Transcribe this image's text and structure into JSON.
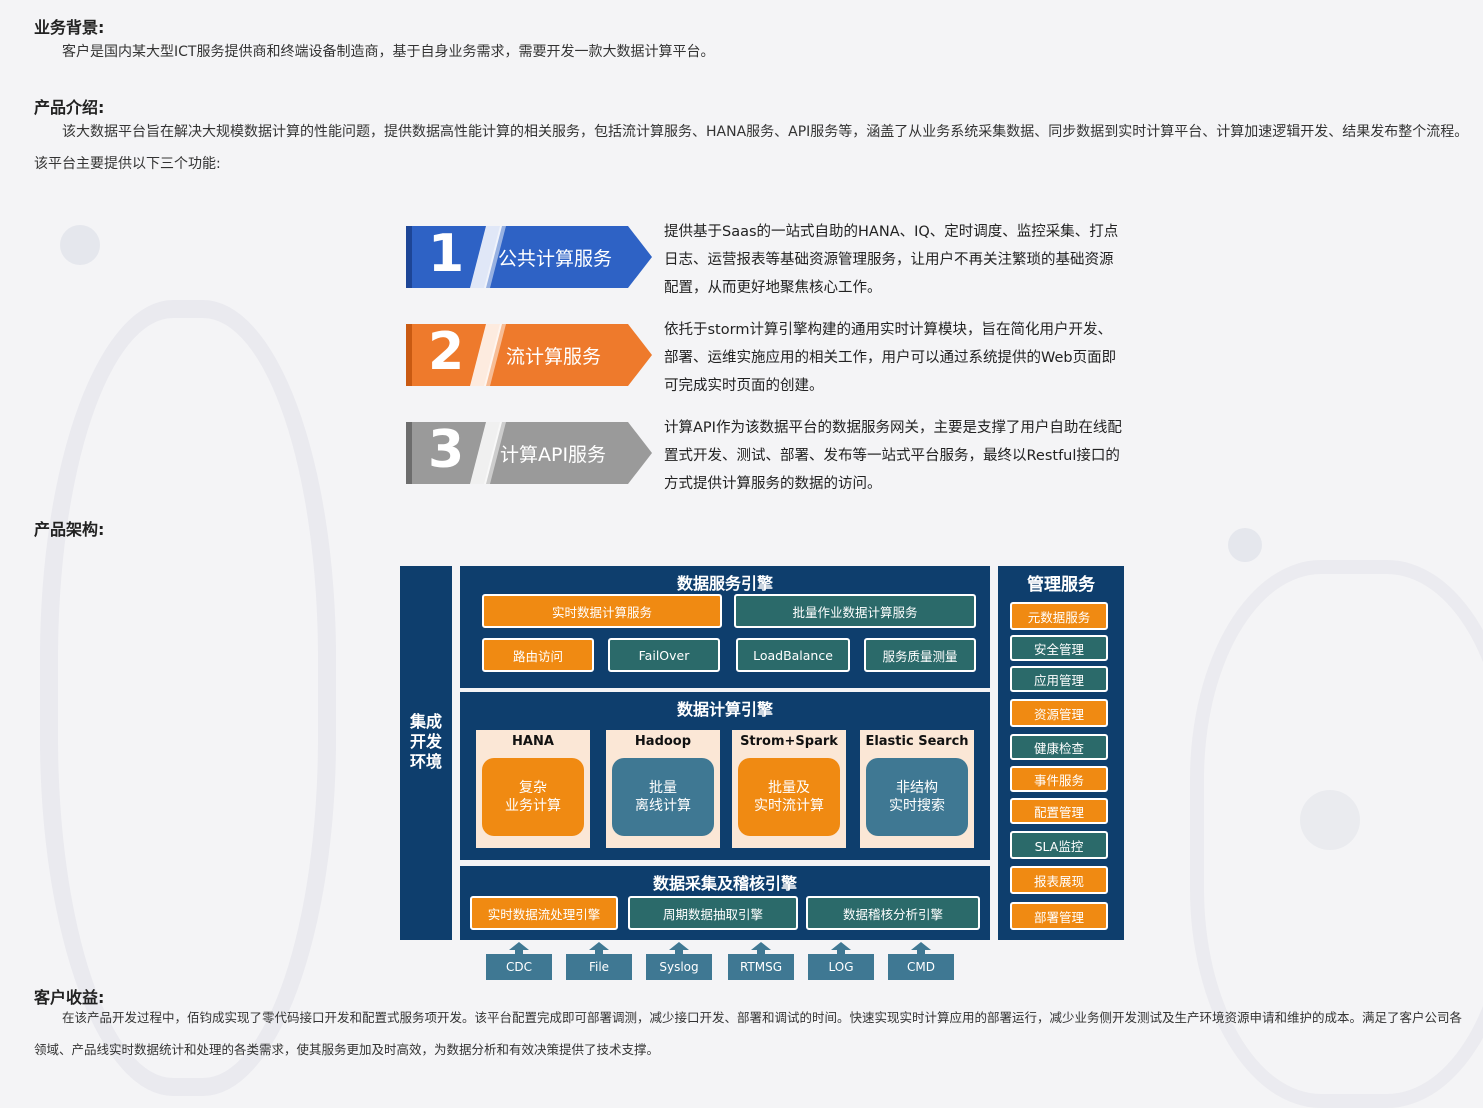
{
  "background": {
    "business_heading": "业务背景:",
    "business_text": "客户是国内某大型ICT服务提供商和终端设备制造商，基于自身业务需求，需要开发一款大数据计算平台。"
  },
  "intro": {
    "heading": "产品介绍:",
    "text": "该大数据平台旨在解决大规模数据计算的性能问题，提供数据高性能计算的相关服务，包括流计算服务、HANA服务、API服务等，涵盖了从业务系统采集数据、同步数据到实时计算平台、计算加速逻辑开发、结果发布整个流程。该平台主要提供以下三个功能:"
  },
  "features": [
    {
      "number": "1",
      "label": "公共计算服务",
      "color": "#2e62c5",
      "description": "提供基于Saas的一站式自助的HANA、IQ、定时调度、监控采集、打点日志、运营报表等基础资源管理服务，让用户不再关注繁琐的基础资源配置，从而更好地聚焦核心工作。"
    },
    {
      "number": "2",
      "label": "流计算服务",
      "color": "#ee7a2c",
      "description": "依托于storm计算引擎构建的通用实时计算模块，旨在简化用户开发、部署、运维实施应用的相关工作，用户可以通过系统提供的Web页面即可完成实时页面的创建。"
    },
    {
      "number": "3",
      "label": "计算API服务",
      "color": "#9a9a9a",
      "description": "计算API作为该数据平台的数据服务网关，主要是支撑了用户自助在线配置式开发、测试、部署、发布等一站式平台服务，最终以Restful接口的方式提供计算服务的数据的访问。"
    }
  ],
  "arch": {
    "heading": "产品架构:",
    "side_panel": "集成\n开发\n环境",
    "service_engine": {
      "title": "数据服务引擎",
      "row1": [
        "实时数据计算服务",
        "批量作业数据计算服务"
      ],
      "row2": [
        "路由访问",
        "FailOver",
        "LoadBalance",
        "服务质量测量"
      ]
    },
    "compute_engine": {
      "title": "数据计算引擎",
      "engines": [
        {
          "name": "HANA",
          "box": "复杂\n业务计算"
        },
        {
          "name": "Hadoop",
          "box": "批量\n离线计算"
        },
        {
          "name": "Strom+Spark",
          "box": "批量及\n实时流计算"
        },
        {
          "name": "Elastic Search",
          "box": "非结构\n实时搜索"
        }
      ]
    },
    "collect_engine": {
      "title": "数据采集及稽核引擎",
      "items": [
        "实时数据流处理引擎",
        "周期数据抽取引擎",
        "数据稽核分析引擎"
      ]
    },
    "management": {
      "title": "管理服务",
      "items": [
        "元数据服务",
        "安全管理",
        "应用管理",
        "资源管理",
        "健康检查",
        "事件服务",
        "配置管理",
        "SLA监控",
        "报表展现",
        "部署管理"
      ]
    },
    "sources": [
      "CDC",
      "File",
      "Syslog",
      "RTMSG",
      "LOG",
      "CMD"
    ],
    "colors": {
      "navy": "#0e3e6d",
      "orange": "#f08a12",
      "teal": "#2b6a6a",
      "steel": "#3f7893",
      "cream": "#fbe7d6"
    }
  },
  "benefit": {
    "heading": "客户收益:",
    "text": "在该产品开发过程中，佰钧成实现了零代码接口开发和配置式服务项开发。该平台配置完成即可部署调测，减少接口开发、部署和调试的时间。快速实现实时计算应用的部署运行，减少业务侧开发测试及生产环境资源申请和维护的成本。满足了客户公司各领域、产品线实时数据统计和处理的各类需求，使其服务更加及时高效，为数据分析和有效决策提供了技术支撑。"
  }
}
